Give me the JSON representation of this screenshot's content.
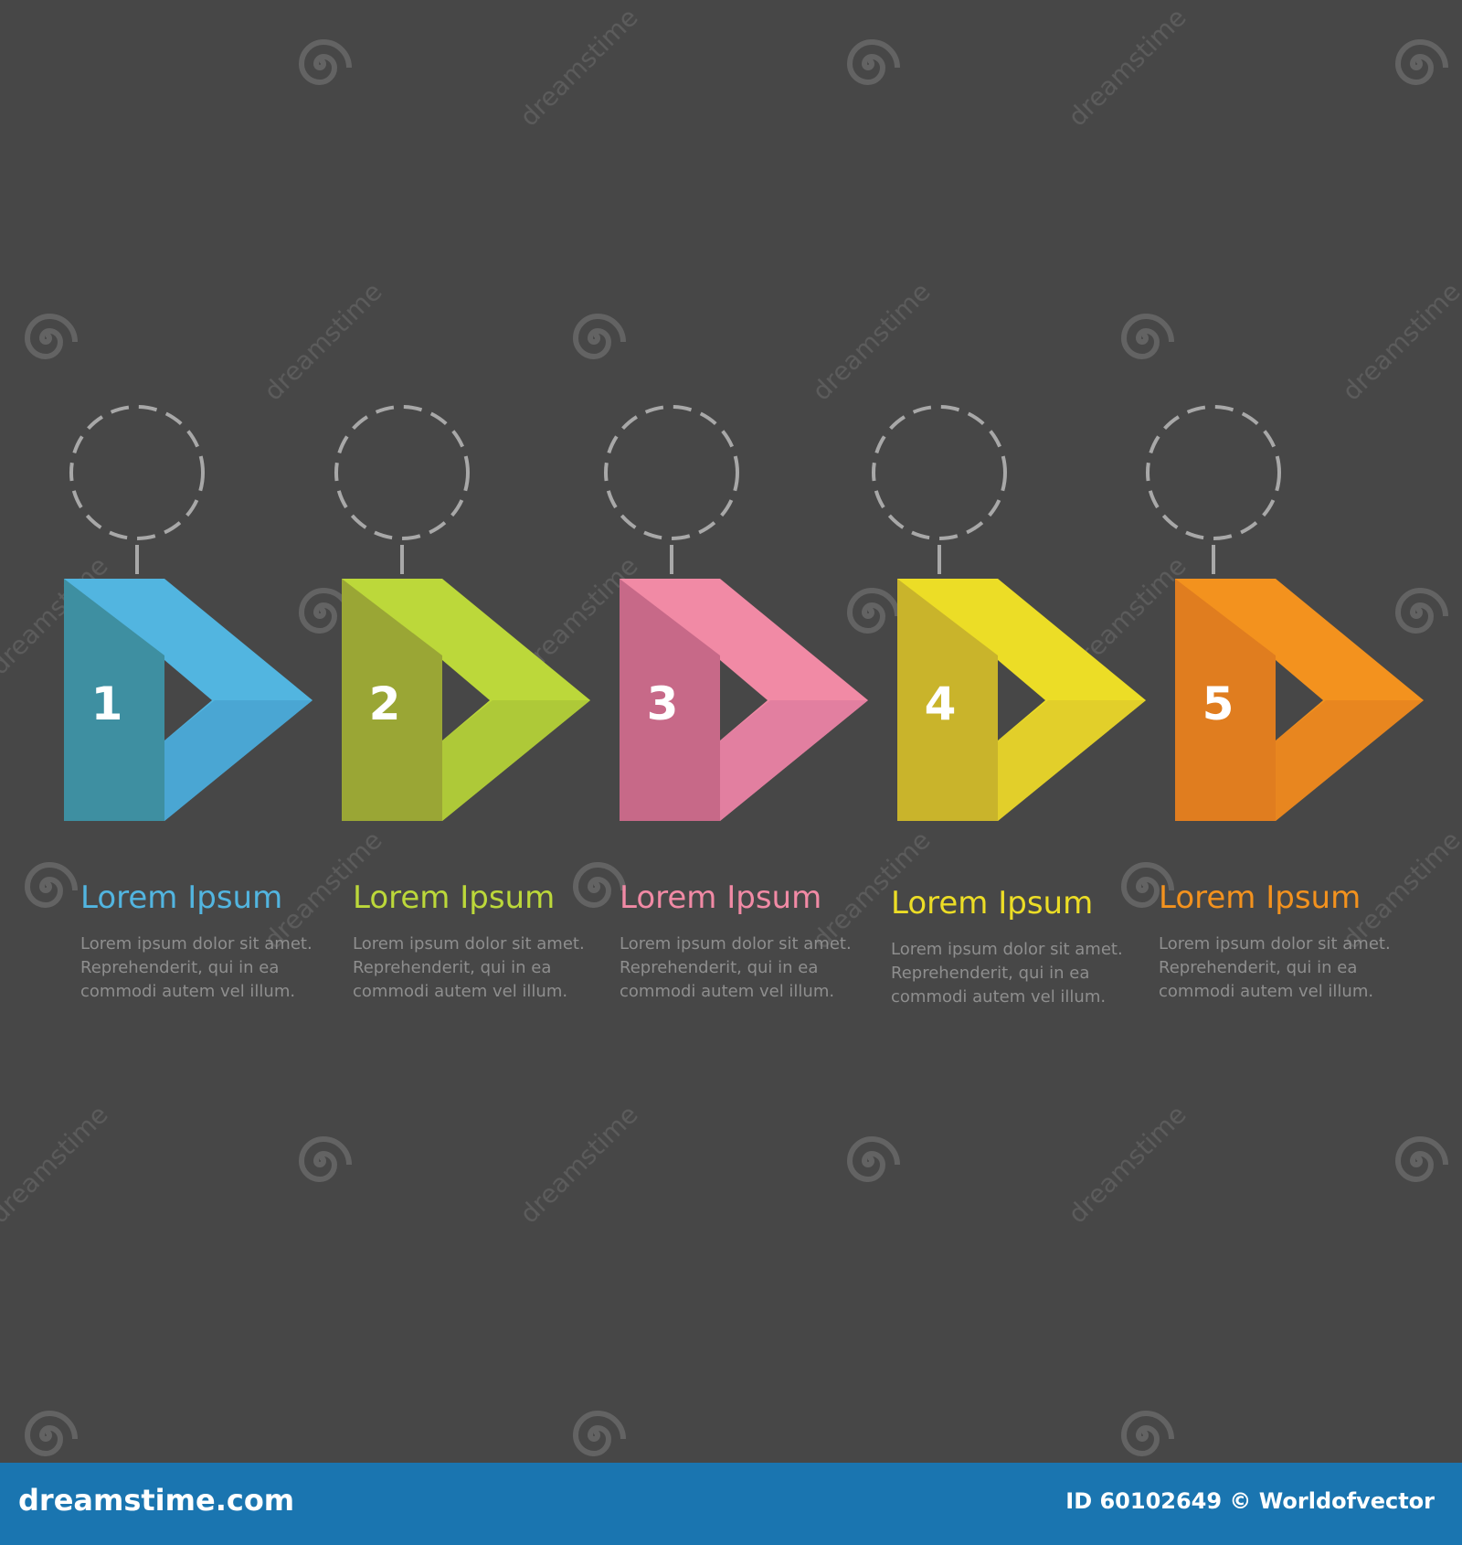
{
  "steps": [
    {
      "number": "1",
      "title": "Lorem Ipsum",
      "lines": [
        "Lorem ipsum dolor sit amet.",
        "Reprehenderit, qui in ea",
        "commodi autem vel illum."
      ],
      "color": "#52b5e0",
      "dark": "#3e8fa1",
      "shade": "#4aa6d3"
    },
    {
      "number": "2",
      "title": "Lorem Ipsum",
      "lines": [
        "Lorem ipsum dolor sit amet.",
        "Reprehenderit, qui in ea",
        "commodi autem vel illum."
      ],
      "color": "#bcd83a",
      "dark": "#9aa635",
      "shade": "#aec938"
    },
    {
      "number": "3",
      "title": "Lorem Ipsum",
      "lines": [
        "Lorem ipsum dolor sit amet.",
        "Reprehenderit, qui in ea",
        "commodi autem vel illum."
      ],
      "color": "#f18aa5",
      "dark": "#c76988",
      "shade": "#e27fa0"
    },
    {
      "number": "4",
      "title": "Lorem Ipsum",
      "lines": [
        "Lorem ipsum dolor sit amet.",
        "Reprehenderit, qui in ea",
        "commodi autem vel illum."
      ],
      "color": "#ecdd26",
      "dark": "#c9b42b",
      "shade": "#e2cf2a"
    },
    {
      "number": "5",
      "title": "Lorem Ipsum",
      "lines": [
        "Lorem ipsum dolor sit amet.",
        "Reprehenderit, qui in ea",
        "commodi autem vel illum."
      ],
      "color": "#f3921e",
      "dark": "#e07d1f",
      "shade": "#e8861f"
    }
  ],
  "watermark": {
    "text": "dreamstime",
    "icon": "spiral-icon"
  },
  "footer": {
    "brand": "dreamstime.com",
    "id": "ID 60102649 © Worldofvector"
  }
}
